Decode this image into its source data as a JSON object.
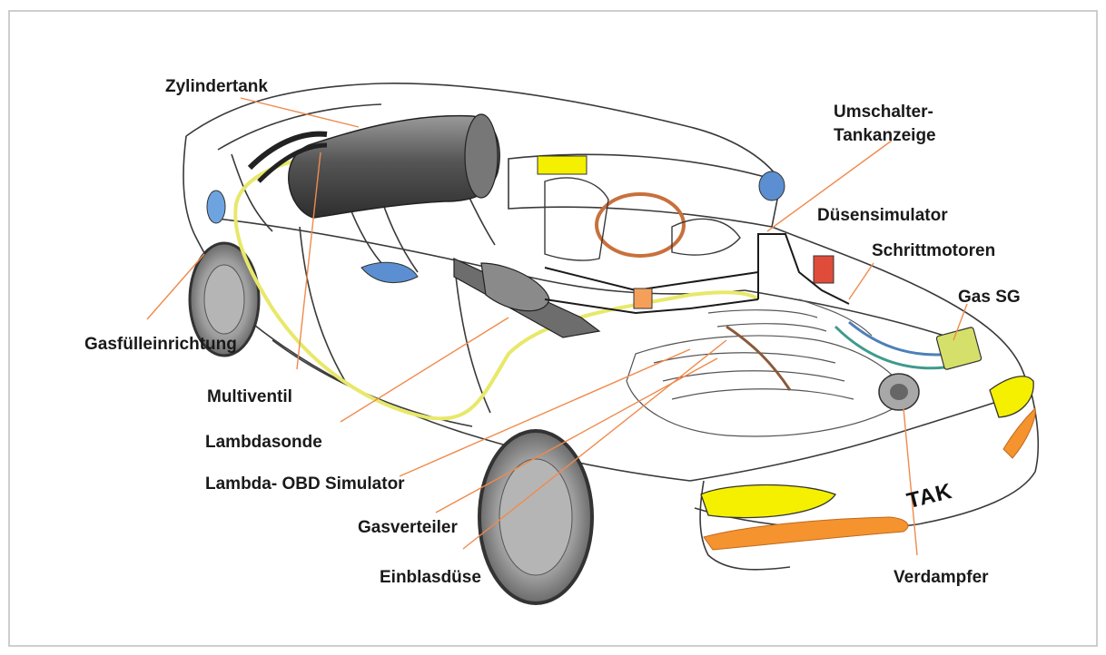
{
  "diagram": {
    "labels": {
      "zylindertank": "Zylindertank",
      "umschalter": "Umschalter-",
      "tankanzeige": "Tankanzeige",
      "duesensimulator": "Düsensimulator",
      "schrittmotoren": "Schrittmotoren",
      "gas_sg": "Gas SG",
      "gasfuelleinrichtung": "Gasfülleinrichtung",
      "multiventil": "Multiventil",
      "lambdasonde": "Lambdasonde",
      "lambda_obd": "Lambda- OBD Simulator",
      "gasverteiler": "Gasverteiler",
      "einblasduese": "Einblasdüse",
      "verdampfer": "Verdampfer"
    },
    "brand": "TAK",
    "colors": {
      "leader_line": "#f08a4b",
      "gas_line": "#e8e86a",
      "headlight": "#f4f000",
      "indicator": "#f5932e",
      "mirror": "#5b8fd1",
      "outline": "#3a3a3a",
      "tank": "#6a6a6a",
      "ecu": "#d5e06a",
      "switch_red": "#e04c3a"
    }
  }
}
